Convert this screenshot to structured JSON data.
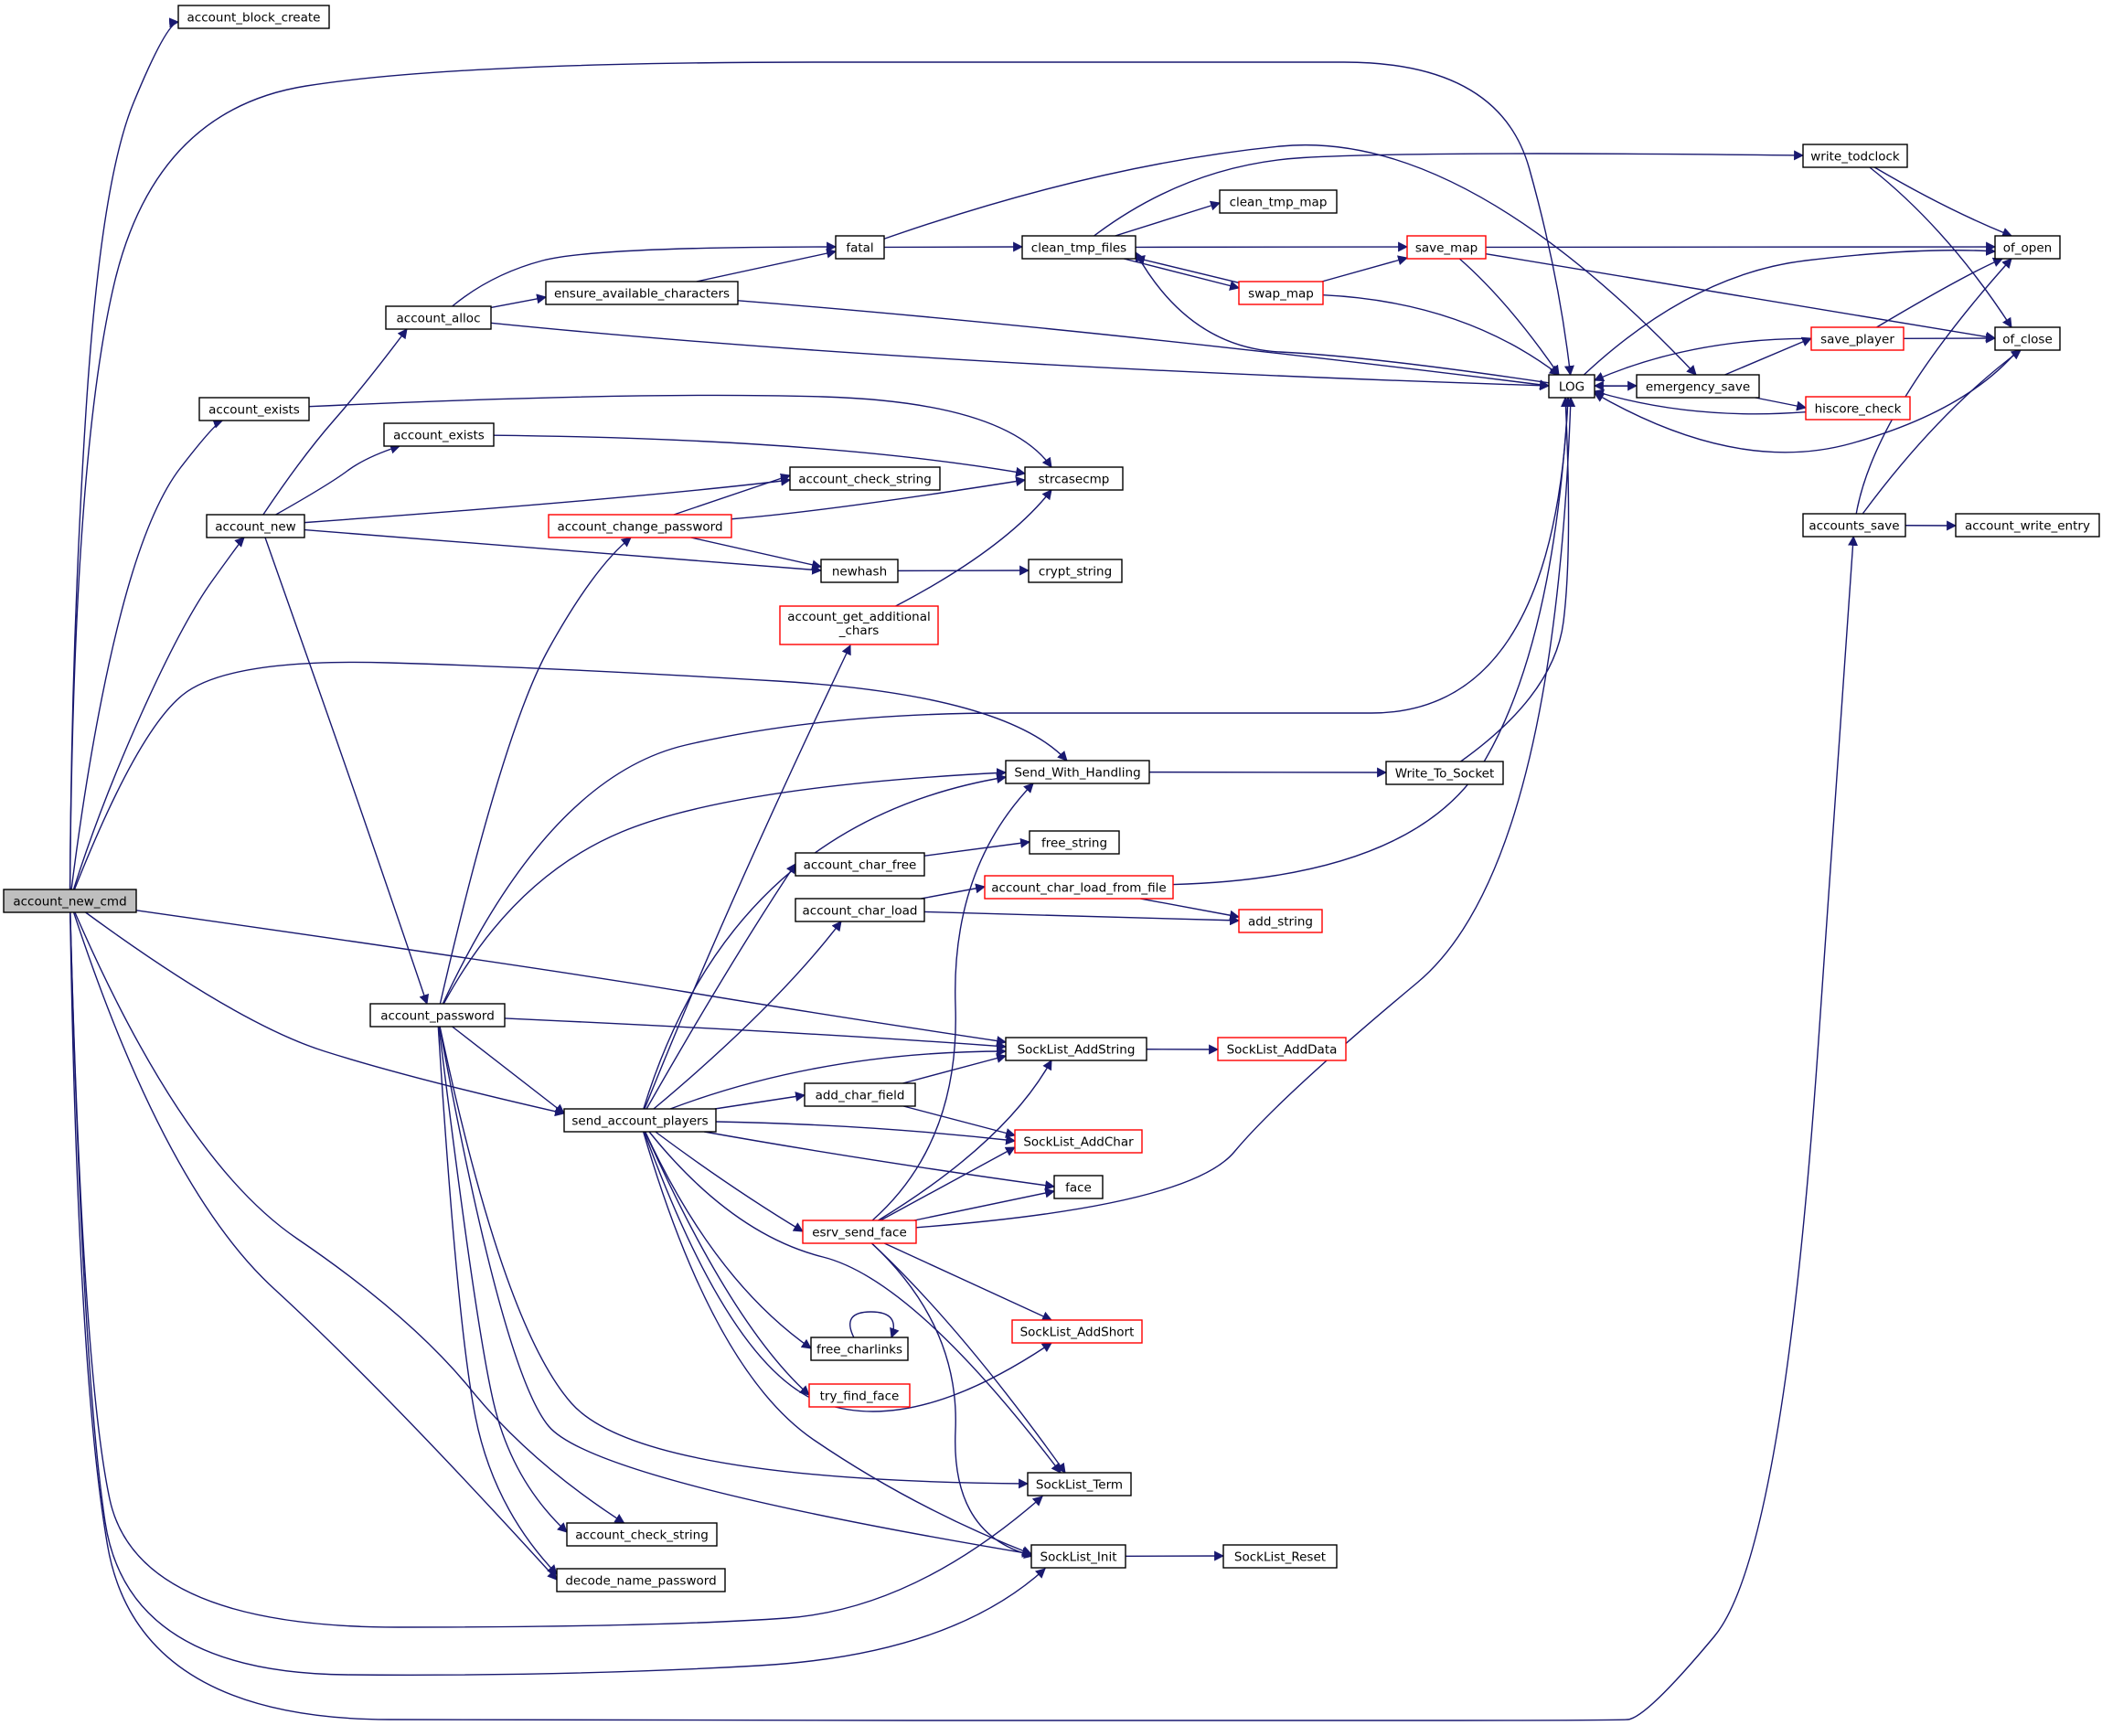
{
  "graph": {
    "colors": {
      "edge": "#191970",
      "node_border": "#000000",
      "truncated_node_border": "#ff0000",
      "root_fill": "#bfbfbf",
      "node_fill": "#ffffff"
    },
    "nodes": [
      {
        "id": "account_new_cmd",
        "label": "account_new_cmd",
        "root": true
      },
      {
        "id": "account_block_create",
        "label": "account_block_create"
      },
      {
        "id": "account_exists_a",
        "label": "account_exists"
      },
      {
        "id": "account_new",
        "label": "account_new"
      },
      {
        "id": "account_alloc",
        "label": "account_alloc"
      },
      {
        "id": "account_exists_b",
        "label": "account_exists"
      },
      {
        "id": "ensure_available_characters",
        "label": "ensure_available_characters"
      },
      {
        "id": "fatal",
        "label": "fatal"
      },
      {
        "id": "clean_tmp_files",
        "label": "clean_tmp_files"
      },
      {
        "id": "clean_tmp_map",
        "label": "clean_tmp_map"
      },
      {
        "id": "save_map",
        "label": "save_map",
        "truncated": true
      },
      {
        "id": "swap_map",
        "label": "swap_map",
        "truncated": true
      },
      {
        "id": "write_todclock",
        "label": "write_todclock"
      },
      {
        "id": "of_open",
        "label": "of_open"
      },
      {
        "id": "of_close",
        "label": "of_close"
      },
      {
        "id": "LOG",
        "label": "LOG"
      },
      {
        "id": "emergency_save",
        "label": "emergency_save"
      },
      {
        "id": "save_player",
        "label": "save_player",
        "truncated": true
      },
      {
        "id": "hiscore_check",
        "label": "hiscore_check",
        "truncated": true
      },
      {
        "id": "accounts_save",
        "label": "accounts_save"
      },
      {
        "id": "account_write_entry",
        "label": "account_write_entry"
      },
      {
        "id": "strcasecmp",
        "label": "strcasecmp"
      },
      {
        "id": "account_check_string_a",
        "label": "account_check_string"
      },
      {
        "id": "account_change_password",
        "label": "account_change_password",
        "truncated": true
      },
      {
        "id": "newhash",
        "label": "newhash"
      },
      {
        "id": "crypt_string",
        "label": "crypt_string"
      },
      {
        "id": "account_get_additional_chars",
        "label": "account_get_additional_chars",
        "label_lines": [
          "account_get_additional",
          "_chars"
        ],
        "truncated": true
      },
      {
        "id": "Send_With_Handling",
        "label": "Send_With_Handling"
      },
      {
        "id": "Write_To_Socket",
        "label": "Write_To_Socket"
      },
      {
        "id": "account_char_free",
        "label": "account_char_free"
      },
      {
        "id": "free_string",
        "label": "free_string"
      },
      {
        "id": "account_char_load",
        "label": "account_char_load"
      },
      {
        "id": "account_char_load_from_file",
        "label": "account_char_load_from_file",
        "truncated": true
      },
      {
        "id": "add_string",
        "label": "add_string",
        "truncated": true
      },
      {
        "id": "account_password",
        "label": "account_password"
      },
      {
        "id": "SockList_AddString",
        "label": "SockList_AddString"
      },
      {
        "id": "SockList_AddData",
        "label": "SockList_AddData",
        "truncated": true
      },
      {
        "id": "send_account_players",
        "label": "send_account_players"
      },
      {
        "id": "add_char_field",
        "label": "add_char_field"
      },
      {
        "id": "SockList_AddChar",
        "label": "SockList_AddChar",
        "truncated": true
      },
      {
        "id": "face",
        "label": "face"
      },
      {
        "id": "esrv_send_face",
        "label": "esrv_send_face",
        "truncated": true
      },
      {
        "id": "SockList_AddShort",
        "label": "SockList_AddShort",
        "truncated": true
      },
      {
        "id": "free_charlinks",
        "label": "free_charlinks"
      },
      {
        "id": "try_find_face",
        "label": "try_find_face",
        "truncated": true
      },
      {
        "id": "SockList_Term",
        "label": "SockList_Term"
      },
      {
        "id": "account_check_string_b",
        "label": "account_check_string"
      },
      {
        "id": "SockList_Init",
        "label": "SockList_Init"
      },
      {
        "id": "SockList_Reset",
        "label": "SockList_Reset"
      },
      {
        "id": "decode_name_password",
        "label": "decode_name_password"
      }
    ],
    "edges": [
      [
        "account_new_cmd",
        "account_block_create"
      ],
      [
        "account_new_cmd",
        "LOG"
      ],
      [
        "account_new_cmd",
        "account_exists_a"
      ],
      [
        "account_new_cmd",
        "account_new"
      ],
      [
        "account_new_cmd",
        "Send_With_Handling"
      ],
      [
        "account_new_cmd",
        "SockList_AddString"
      ],
      [
        "account_new_cmd",
        "send_account_players"
      ],
      [
        "account_new_cmd",
        "account_check_string_b"
      ],
      [
        "account_new_cmd",
        "decode_name_password"
      ],
      [
        "account_new_cmd",
        "SockList_Term"
      ],
      [
        "account_new_cmd",
        "SockList_Init"
      ],
      [
        "account_new_cmd",
        "accounts_save"
      ],
      [
        "account_new",
        "account_alloc"
      ],
      [
        "account_new",
        "account_exists_b"
      ],
      [
        "account_new",
        "account_check_string_a"
      ],
      [
        "account_new",
        "newhash"
      ],
      [
        "account_new",
        "account_password"
      ],
      [
        "account_alloc",
        "fatal"
      ],
      [
        "account_alloc",
        "ensure_available_characters"
      ],
      [
        "account_alloc",
        "LOG"
      ],
      [
        "ensure_available_characters",
        "fatal"
      ],
      [
        "ensure_available_characters",
        "LOG"
      ],
      [
        "account_exists_a",
        "strcasecmp"
      ],
      [
        "account_exists_b",
        "strcasecmp"
      ],
      [
        "fatal",
        "clean_tmp_files"
      ],
      [
        "fatal",
        "emergency_save"
      ],
      [
        "clean_tmp_files",
        "write_todclock"
      ],
      [
        "clean_tmp_files",
        "clean_tmp_map"
      ],
      [
        "clean_tmp_files",
        "save_map"
      ],
      [
        "clean_tmp_files",
        "swap_map"
      ],
      [
        "swap_map",
        "clean_tmp_files"
      ],
      [
        "swap_map",
        "save_map"
      ],
      [
        "swap_map",
        "LOG"
      ],
      [
        "save_map",
        "of_open"
      ],
      [
        "save_map",
        "LOG"
      ],
      [
        "save_map",
        "of_close"
      ],
      [
        "write_todclock",
        "of_open"
      ],
      [
        "write_todclock",
        "of_close"
      ],
      [
        "LOG",
        "clean_tmp_files"
      ],
      [
        "LOG",
        "emergency_save"
      ],
      [
        "LOG",
        "of_open"
      ],
      [
        "emergency_save",
        "LOG"
      ],
      [
        "emergency_save",
        "save_player"
      ],
      [
        "emergency_save",
        "hiscore_check"
      ],
      [
        "save_player",
        "LOG"
      ],
      [
        "save_player",
        "of_open"
      ],
      [
        "save_player",
        "of_close"
      ],
      [
        "hiscore_check",
        "LOG"
      ],
      [
        "of_close",
        "LOG"
      ],
      [
        "accounts_save",
        "of_open"
      ],
      [
        "accounts_save",
        "of_close"
      ],
      [
        "accounts_save",
        "account_write_entry"
      ],
      [
        "account_change_password",
        "account_check_string_a"
      ],
      [
        "account_change_password",
        "strcasecmp"
      ],
      [
        "account_change_password",
        "newhash"
      ],
      [
        "newhash",
        "crypt_string"
      ],
      [
        "account_get_additional_chars",
        "strcasecmp"
      ],
      [
        "Send_With_Handling",
        "Write_To_Socket"
      ],
      [
        "Write_To_Socket",
        "LOG"
      ],
      [
        "account_char_free",
        "free_string"
      ],
      [
        "account_char_load",
        "account_char_load_from_file"
      ],
      [
        "account_char_load",
        "add_string"
      ],
      [
        "account_char_load_from_file",
        "add_string"
      ],
      [
        "account_char_load_from_file",
        "LOG"
      ],
      [
        "account_password",
        "account_change_password"
      ],
      [
        "account_password",
        "Send_With_Handling"
      ],
      [
        "account_password",
        "SockList_AddString"
      ],
      [
        "account_password",
        "send_account_players"
      ],
      [
        "account_password",
        "SockList_Term"
      ],
      [
        "account_password",
        "account_check_string_b"
      ],
      [
        "account_password",
        "decode_name_password"
      ],
      [
        "account_password",
        "SockList_Init"
      ],
      [
        "account_password",
        "LOG"
      ],
      [
        "SockList_AddString",
        "SockList_AddData"
      ],
      [
        "send_account_players",
        "account_get_additional_chars"
      ],
      [
        "send_account_players",
        "Send_With_Handling"
      ],
      [
        "send_account_players",
        "account_char_free"
      ],
      [
        "send_account_players",
        "account_char_load"
      ],
      [
        "send_account_players",
        "SockList_AddString"
      ],
      [
        "send_account_players",
        "add_char_field"
      ],
      [
        "send_account_players",
        "SockList_AddChar"
      ],
      [
        "send_account_players",
        "face"
      ],
      [
        "send_account_players",
        "esrv_send_face"
      ],
      [
        "send_account_players",
        "free_charlinks"
      ],
      [
        "send_account_players",
        "try_find_face"
      ],
      [
        "send_account_players",
        "SockList_AddShort"
      ],
      [
        "send_account_players",
        "SockList_Term"
      ],
      [
        "send_account_players",
        "SockList_Init"
      ],
      [
        "add_char_field",
        "SockList_AddString"
      ],
      [
        "add_char_field",
        "SockList_AddChar"
      ],
      [
        "esrv_send_face",
        "Send_With_Handling"
      ],
      [
        "esrv_send_face",
        "SockList_AddString"
      ],
      [
        "esrv_send_face",
        "SockList_AddChar"
      ],
      [
        "esrv_send_face",
        "face"
      ],
      [
        "esrv_send_face",
        "SockList_AddShort"
      ],
      [
        "esrv_send_face",
        "SockList_Term"
      ],
      [
        "esrv_send_face",
        "SockList_Init"
      ],
      [
        "esrv_send_face",
        "LOG"
      ],
      [
        "free_charlinks",
        "free_charlinks"
      ],
      [
        "SockList_Init",
        "SockList_Reset"
      ]
    ]
  }
}
